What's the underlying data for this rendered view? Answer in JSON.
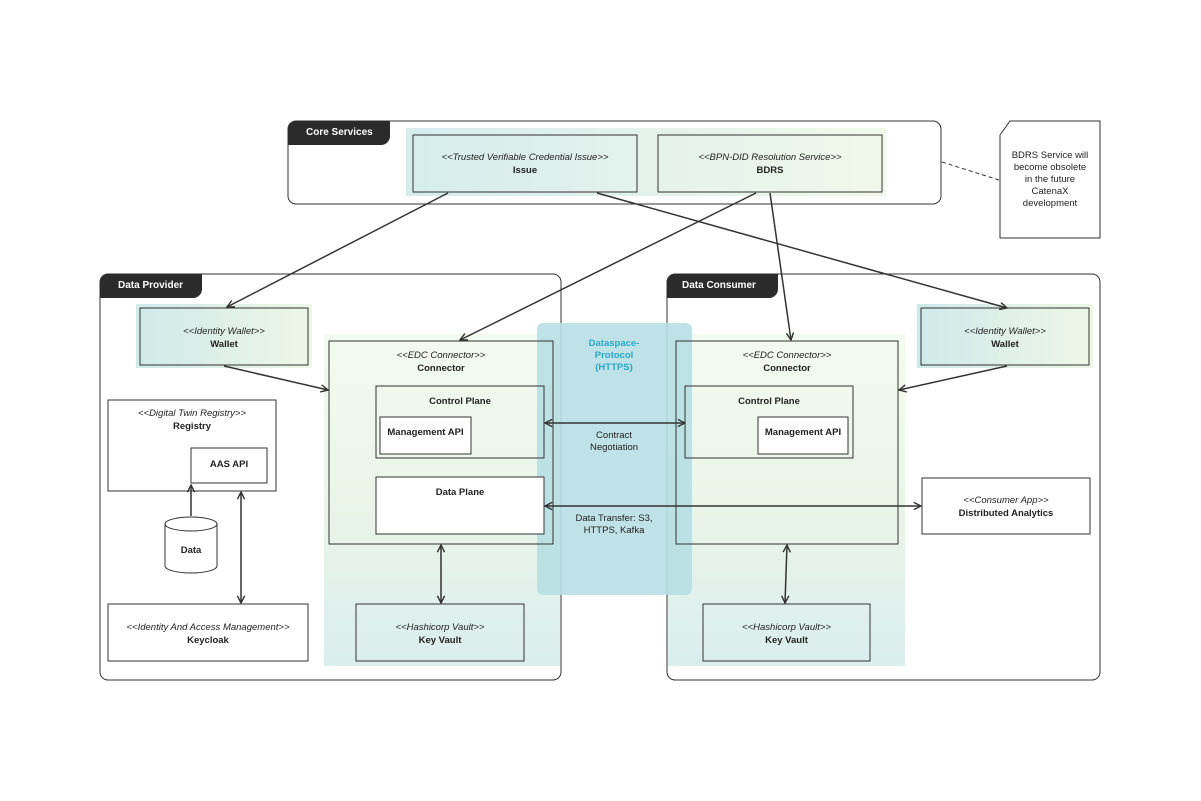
{
  "groups": {
    "core": "Core Services",
    "provider": "Data Provider",
    "consumer": "Data Consumer"
  },
  "core": {
    "issuer": {
      "stereotype": "<<Trusted Verifiable Credential Issue>>",
      "name": "Issue"
    },
    "bdrs": {
      "stereotype": "<<BPN-DID Resolution Service>>",
      "name": "BDRS"
    }
  },
  "note": "BDRS Service will become obsolete in the future CatenaX development",
  "provider": {
    "wallet": {
      "stereotype": "<<Identity Wallet>>",
      "name": "Wallet"
    },
    "connector": {
      "stereotype": "<<EDC Connector>>",
      "name": "Connector"
    },
    "control_plane": "Control Plane",
    "management_api": "Management API",
    "data_plane": "Data Plane",
    "registry": {
      "stereotype": "<<Digital Twin Registry>>",
      "name": "Registry"
    },
    "aas_api": "AAS API",
    "data": "Data",
    "iam": {
      "stereotype": "<<Identity And Access Management>>",
      "name": "Keycloak"
    },
    "vault": {
      "stereotype": "<<Hashicorp Vault>>",
      "name": "Key Vault"
    }
  },
  "consumer": {
    "wallet": {
      "stereotype": "<<Identity Wallet>>",
      "name": "Wallet"
    },
    "connector": {
      "stereotype": "<<EDC Connector>>",
      "name": "Connector"
    },
    "control_plane": "Control Plane",
    "management_api": "Management API",
    "vault": {
      "stereotype": "<<Hashicorp Vault>>",
      "name": "Key Vault"
    },
    "app": {
      "stereotype": "<<Consumer App>>",
      "name": "Distributed Analytics"
    }
  },
  "dataspace": {
    "protocol": "Dataspace-Protocol (HTTPS)",
    "contract": "Contract Negotiation",
    "transfer": "Data Transfer: S3, HTTPS, Kafka"
  },
  "colors": {
    "tab": "#2b2b2b",
    "dataspace_band": "#b7dfe4",
    "dataspace_text": "#2aa8c8",
    "green_tint": "#e6f3e6",
    "line": "#333333"
  }
}
